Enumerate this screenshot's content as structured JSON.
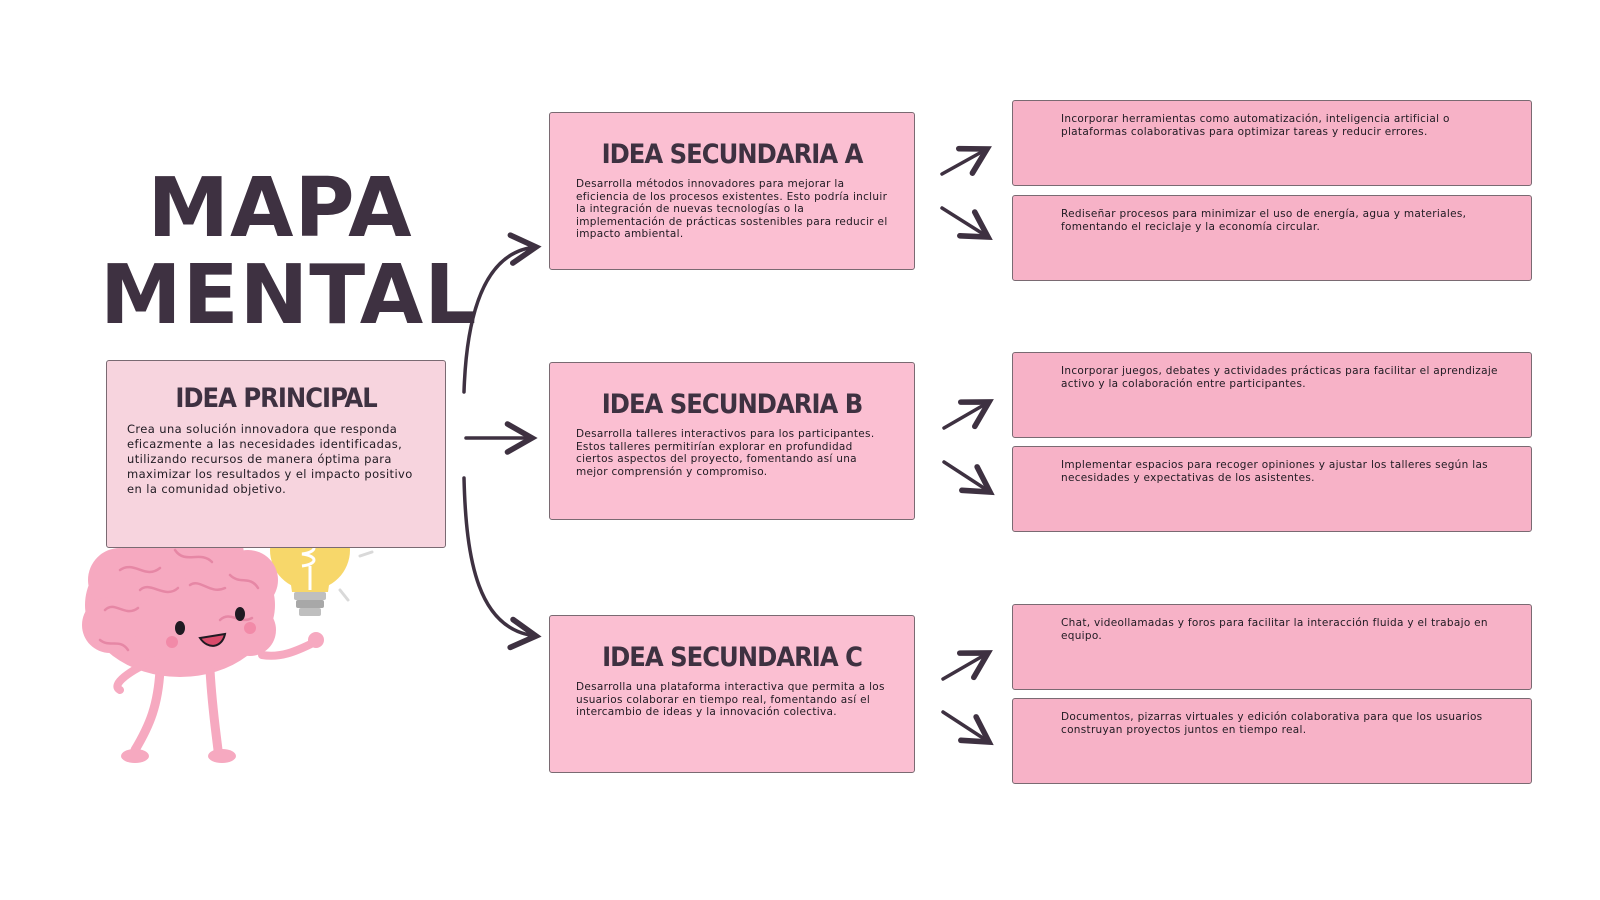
{
  "title": {
    "line1": "MAPA",
    "line2": "MENTAL"
  },
  "main_idea": {
    "heading": "IDEA PRINCIPAL",
    "text": "Crea una solución innovadora que responda eficazmente a las necesidades identificadas, utilizando recursos de manera óptima para maximizar los resultados y el impacto positivo en la comunidad objetivo."
  },
  "secondary_ideas": [
    {
      "heading": "IDEA SECUNDARIA A",
      "text": "Desarrolla métodos innovadores para mejorar la eficiencia de los procesos existentes. Esto podría incluir la integración de nuevas tecnologías o la implementación de prácticas sostenibles para reducir el impacto ambiental.",
      "details": [
        "Incorporar herramientas como automatización, inteligencia artificial o plataformas colaborativas para optimizar tareas y reducir errores.",
        "Rediseñar procesos para minimizar el uso de energía, agua y materiales, fomentando el reciclaje y la economía circular."
      ]
    },
    {
      "heading": "IDEA SECUNDARIA B",
      "text": "Desarrolla talleres interactivos para los participantes. Estos talleres permitirían explorar en profundidad ciertos aspectos del proyecto, fomentando así una mejor comprensión y compromiso.",
      "details": [
        "Incorporar juegos, debates y actividades prácticas para facilitar el aprendizaje activo y la colaboración entre participantes.",
        "Implementar espacios para recoger opiniones y ajustar los talleres según las necesidades y expectativas de los asistentes."
      ]
    },
    {
      "heading": "IDEA SECUNDARIA C",
      "text": "Desarrolla una plataforma interactiva que permita a los usuarios colaborar en tiempo real, fomentando así el intercambio de ideas y la innovación colectiva.",
      "details": [
        "Chat, videollamadas y foros para facilitar la interacción fluida y el trabajo en equipo.",
        "Documentos, pizarras virtuales y edición colaborativa para que los usuarios construyan proyectos juntos en tiempo real."
      ]
    }
  ],
  "colors": {
    "title": "#3e3141",
    "main_box": "#f7d4de",
    "secondary_box": "#fbbfd2",
    "detail_box": "#f7b2c7",
    "arrow": "#3e3141"
  },
  "icons": {
    "mascot": "brain-character-icon",
    "bulb": "lightbulb-icon"
  }
}
